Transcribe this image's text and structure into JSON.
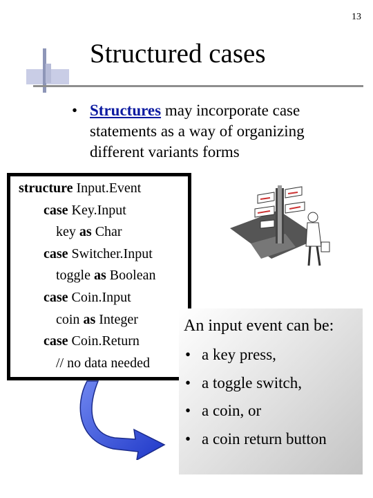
{
  "slide": {
    "number": "13",
    "title": "Structured cases"
  },
  "intro": {
    "bullet": "•",
    "keyword": "Structures",
    "text": " may incorporate case statements as a way of organizing different variants forms"
  },
  "code": [
    {
      "kw": "structure",
      "rest": " Input.Event",
      "indent": 0
    },
    {
      "kw": "case",
      "rest": " Key.Input",
      "indent": 1
    },
    {
      "pre": "key ",
      "kw": "as",
      "rest": " Char",
      "indent": 2
    },
    {
      "kw": "case",
      "rest": " Switcher.Input",
      "indent": 1
    },
    {
      "pre": "toggle ",
      "kw": "as",
      "rest": " Boolean",
      "indent": 2
    },
    {
      "kw": "case",
      "rest": " Coin.Input",
      "indent": 1
    },
    {
      "pre": "coin ",
      "kw": "as",
      "rest": " Integer",
      "indent": 2
    },
    {
      "kw": "case",
      "rest": " Coin.Return",
      "indent": 1
    },
    {
      "pre": "// no data needed",
      "indent": 2
    }
  ],
  "events_panel": {
    "heading": "An input event can be:",
    "bullet": "•",
    "items": [
      "a key press,",
      "a toggle switch,",
      "a coin, or",
      "a coin return button"
    ]
  },
  "colors": {
    "keyword_blue": "#0b1aa0",
    "arrow_blue": "#2b4ad8",
    "box_border": "#000000"
  },
  "icons": {
    "clipart": "signpost-person-clipart",
    "arrow": "curved-arrow-icon"
  }
}
